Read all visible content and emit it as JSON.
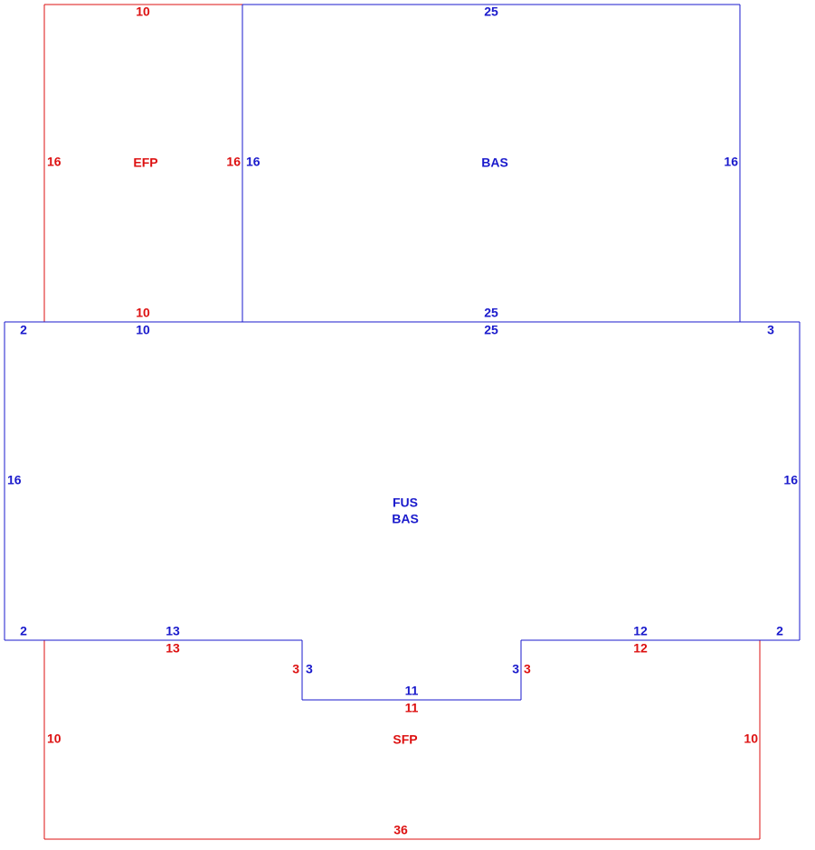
{
  "colors": {
    "red": "#dd1111",
    "blue": "#1a1acc"
  },
  "areas": {
    "efp": "EFP",
    "bas_top": "BAS",
    "fus": "FUS",
    "bas_main": "BAS",
    "sfp": "SFP"
  },
  "dims": {
    "efp_top": "10",
    "efp_left": "16",
    "efp_right": "16",
    "efp_bottom": "10",
    "bas_top": "25",
    "bas_left": "16",
    "bas_right": "16",
    "bas_bottom": "25",
    "fus_top_left": "2",
    "fus_top_a": "10",
    "fus_top_b": "25",
    "fus_top_right": "3",
    "fus_left": "16",
    "fus_right": "16",
    "fus_bot_left": "2",
    "fus_bot_a": "13",
    "fus_notch_left": "3",
    "fus_notch_bottom": "11",
    "fus_notch_right": "3",
    "fus_bot_b": "12",
    "fus_bot_right": "2",
    "sfp_top_a": "13",
    "sfp_notch_left": "3",
    "sfp_notch_bottom": "11",
    "sfp_notch_right": "3",
    "sfp_top_b": "12",
    "sfp_left": "10",
    "sfp_right": "10",
    "sfp_bottom": "36"
  }
}
